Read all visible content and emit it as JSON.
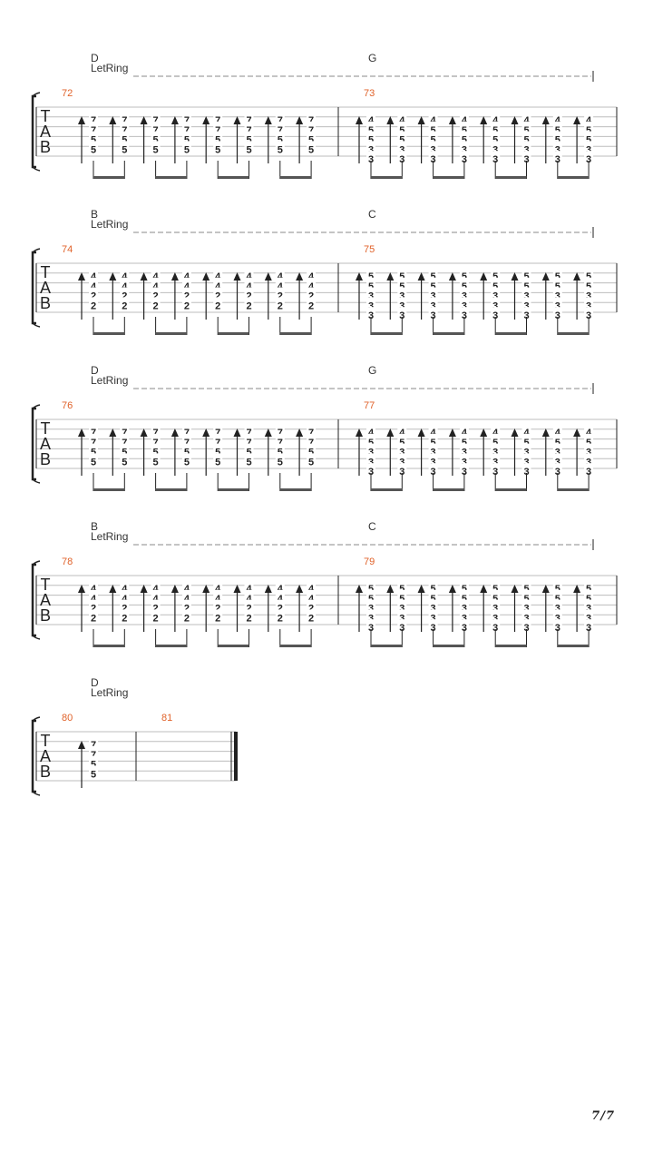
{
  "page": {
    "number": "7/7"
  },
  "effects": {
    "let_ring": "LetRing",
    "tab_letters": [
      "T",
      "A",
      "B"
    ]
  },
  "colors": {
    "measure_number": "#e0622a",
    "ink": "#222222",
    "staff_line": "#bdbdbd",
    "dash": "#888888"
  },
  "systems": [
    {
      "measures": [
        {
          "number": "72",
          "chord": "D",
          "strums": 8,
          "notes": [
            "7",
            "7",
            "5",
            "5"
          ]
        },
        {
          "number": "73",
          "chord": "G",
          "strums": 8,
          "notes": [
            "4",
            "5",
            "5",
            "3",
            "3"
          ]
        }
      ]
    },
    {
      "measures": [
        {
          "number": "74",
          "chord": "B",
          "strums": 8,
          "notes": [
            "4",
            "4",
            "2",
            "2"
          ]
        },
        {
          "number": "75",
          "chord": "C",
          "strums": 8,
          "notes": [
            "5",
            "5",
            "3",
            "3",
            "3"
          ]
        }
      ]
    },
    {
      "measures": [
        {
          "number": "76",
          "chord": "D",
          "strums": 8,
          "notes": [
            "7",
            "7",
            "5",
            "5"
          ]
        },
        {
          "number": "77",
          "chord": "G",
          "strums": 8,
          "notes": [
            "4",
            "5",
            "3",
            "3",
            "3"
          ]
        }
      ]
    },
    {
      "measures": [
        {
          "number": "78",
          "chord": "B",
          "strums": 8,
          "notes": [
            "4",
            "4",
            "2",
            "2"
          ]
        },
        {
          "number": "79",
          "chord": "C",
          "strums": 8,
          "notes": [
            "5",
            "5",
            "3",
            "3",
            "3"
          ]
        }
      ]
    },
    {
      "measures": [
        {
          "number": "80",
          "chord": "D",
          "strums": 1,
          "notes": [
            "7",
            "7",
            "5",
            "5"
          ]
        },
        {
          "number": "81",
          "chord": "",
          "strums": 0,
          "notes": []
        }
      ]
    }
  ]
}
